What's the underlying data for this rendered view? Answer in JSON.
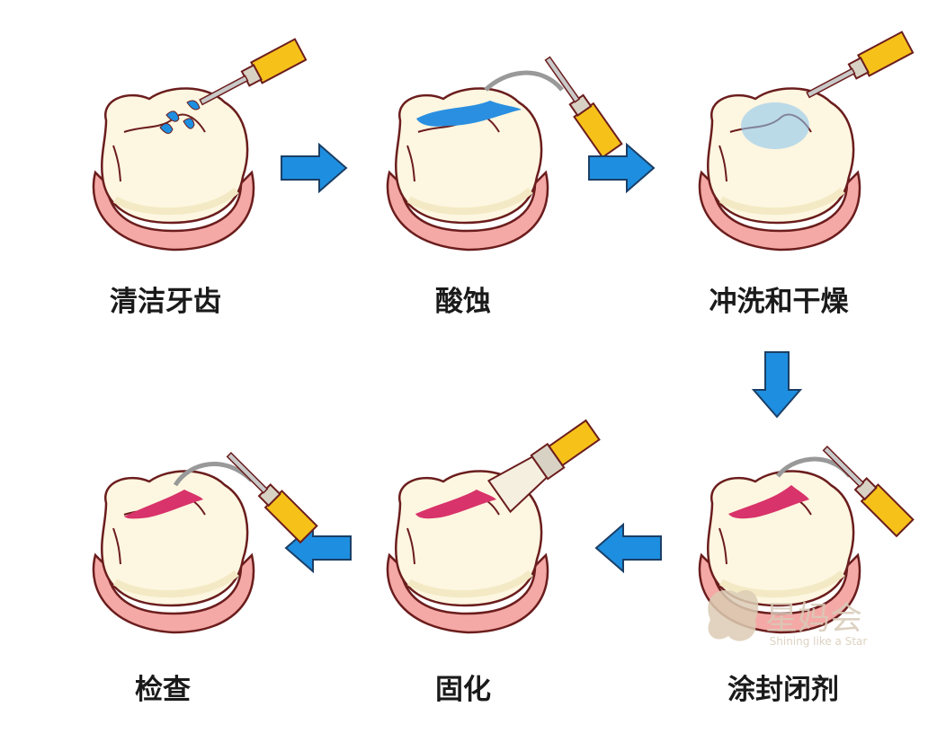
{
  "title": "窝沟封闭步骤",
  "steps": [
    {
      "label": "清洁牙齿"
    },
    {
      "label": "酸蚀"
    },
    {
      "label": "冲洗和干燥"
    },
    {
      "label": "涂封闭剂"
    },
    {
      "label": "固化"
    },
    {
      "label": "检查"
    }
  ],
  "watermark": {
    "name": "星妈会",
    "slogan": "Shining like a Star"
  },
  "colors": {
    "arrow": "#1e8fe0",
    "tooth": "#fdf6e0",
    "gum": "#f4a9a6",
    "outline": "#6b1d1d",
    "tool_handle": "#f6c21a",
    "sealant": "#d8336a",
    "etch": "#2a8fe0"
  }
}
